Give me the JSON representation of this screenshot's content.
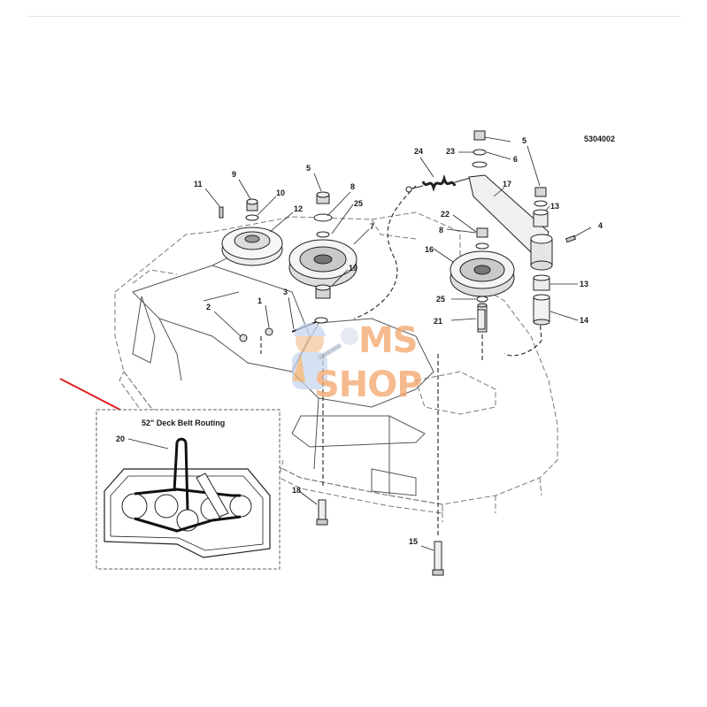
{
  "drawing_id": "5304002",
  "inset": {
    "title": "52\" Deck Belt Routing",
    "belt_callout": "20"
  },
  "watermark": {
    "line1": "MS",
    "line2": "SHOP",
    "color": "#f2a56a"
  },
  "arrow_color": "#e02020",
  "callouts": [
    {
      "id": "c1",
      "label": "1"
    },
    {
      "id": "c2",
      "label": "2"
    },
    {
      "id": "c3",
      "label": "3"
    },
    {
      "id": "c4",
      "label": "4"
    },
    {
      "id": "c5a",
      "label": "5"
    },
    {
      "id": "c5b",
      "label": "5"
    },
    {
      "id": "c6",
      "label": "6"
    },
    {
      "id": "c7",
      "label": "7"
    },
    {
      "id": "c8a",
      "label": "8"
    },
    {
      "id": "c8b",
      "label": "8"
    },
    {
      "id": "c9",
      "label": "9"
    },
    {
      "id": "c10",
      "label": "10"
    },
    {
      "id": "c11",
      "label": "11"
    },
    {
      "id": "c12",
      "label": "12"
    },
    {
      "id": "c13a",
      "label": "13"
    },
    {
      "id": "c13b",
      "label": "13"
    },
    {
      "id": "c14",
      "label": "14"
    },
    {
      "id": "c15",
      "label": "15"
    },
    {
      "id": "c16",
      "label": "16"
    },
    {
      "id": "c17",
      "label": "17"
    },
    {
      "id": "c18",
      "label": "18"
    },
    {
      "id": "c19",
      "label": "19"
    },
    {
      "id": "c21",
      "label": "21"
    },
    {
      "id": "c22",
      "label": "22"
    },
    {
      "id": "c23",
      "label": "23"
    },
    {
      "id": "c24",
      "label": "24"
    },
    {
      "id": "c25a",
      "label": "25"
    },
    {
      "id": "c25b",
      "label": "25"
    }
  ]
}
